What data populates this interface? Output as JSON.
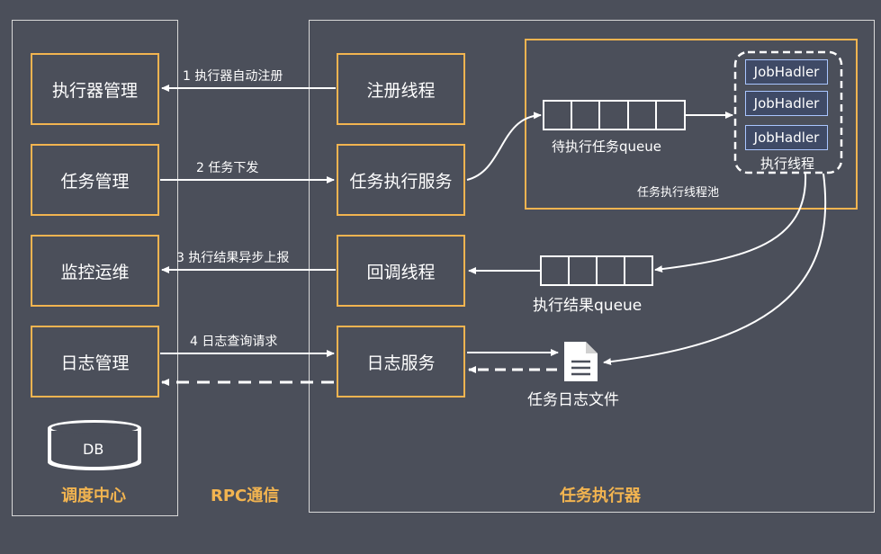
{
  "scheduler": {
    "title": "调度中心",
    "items": [
      "执行器管理",
      "任务管理",
      "监控运维",
      "日志管理"
    ],
    "db_label": "DB"
  },
  "rpc": {
    "title": "RPC通信",
    "arrows": [
      "1 执行器自动注册",
      "2 任务下发",
      "3 执行结果异步上报",
      "4 日志查询请求"
    ]
  },
  "executor": {
    "title": "任务执行器",
    "items": [
      "注册线程",
      "任务执行服务",
      "回调线程",
      "日志服务"
    ],
    "pool_label": "任务执行线程池",
    "pending_queue_label": "待执行任务queue",
    "thread_label": "执行线程",
    "job_handlers": [
      "JobHadler",
      "JobHadler",
      "JobHadler"
    ],
    "result_queue_label": "执行结果queue",
    "log_file_label": "任务日志文件"
  },
  "colors": {
    "background": "#4b4f5a",
    "accent": "#f2b450",
    "line": "#ffffff"
  }
}
